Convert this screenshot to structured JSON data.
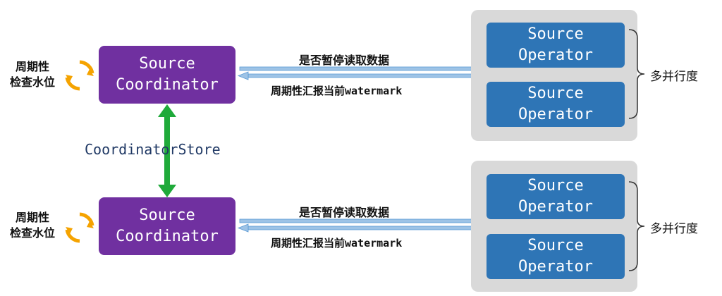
{
  "left_label_line1": "周期性",
  "left_label_line2": "检查水位",
  "coordinator_line1": "Source",
  "coordinator_line2": "Coordinator",
  "store_label": "CoordinatorStore",
  "arrow_top_label": "是否暂停读取数据",
  "arrow_bottom_label": "周期性汇报当前watermark",
  "operator_line1": "Source",
  "operator_line2": "Operator",
  "parallelism_label": "多并行度",
  "colors": {
    "coordinator": "#7030a0",
    "operator": "#2e75b6",
    "panel": "#d9d9d9",
    "store_arrow": "#1faa3a",
    "cycle_icon": "#f5a300",
    "channel_arrow": "#9dc3e6"
  }
}
